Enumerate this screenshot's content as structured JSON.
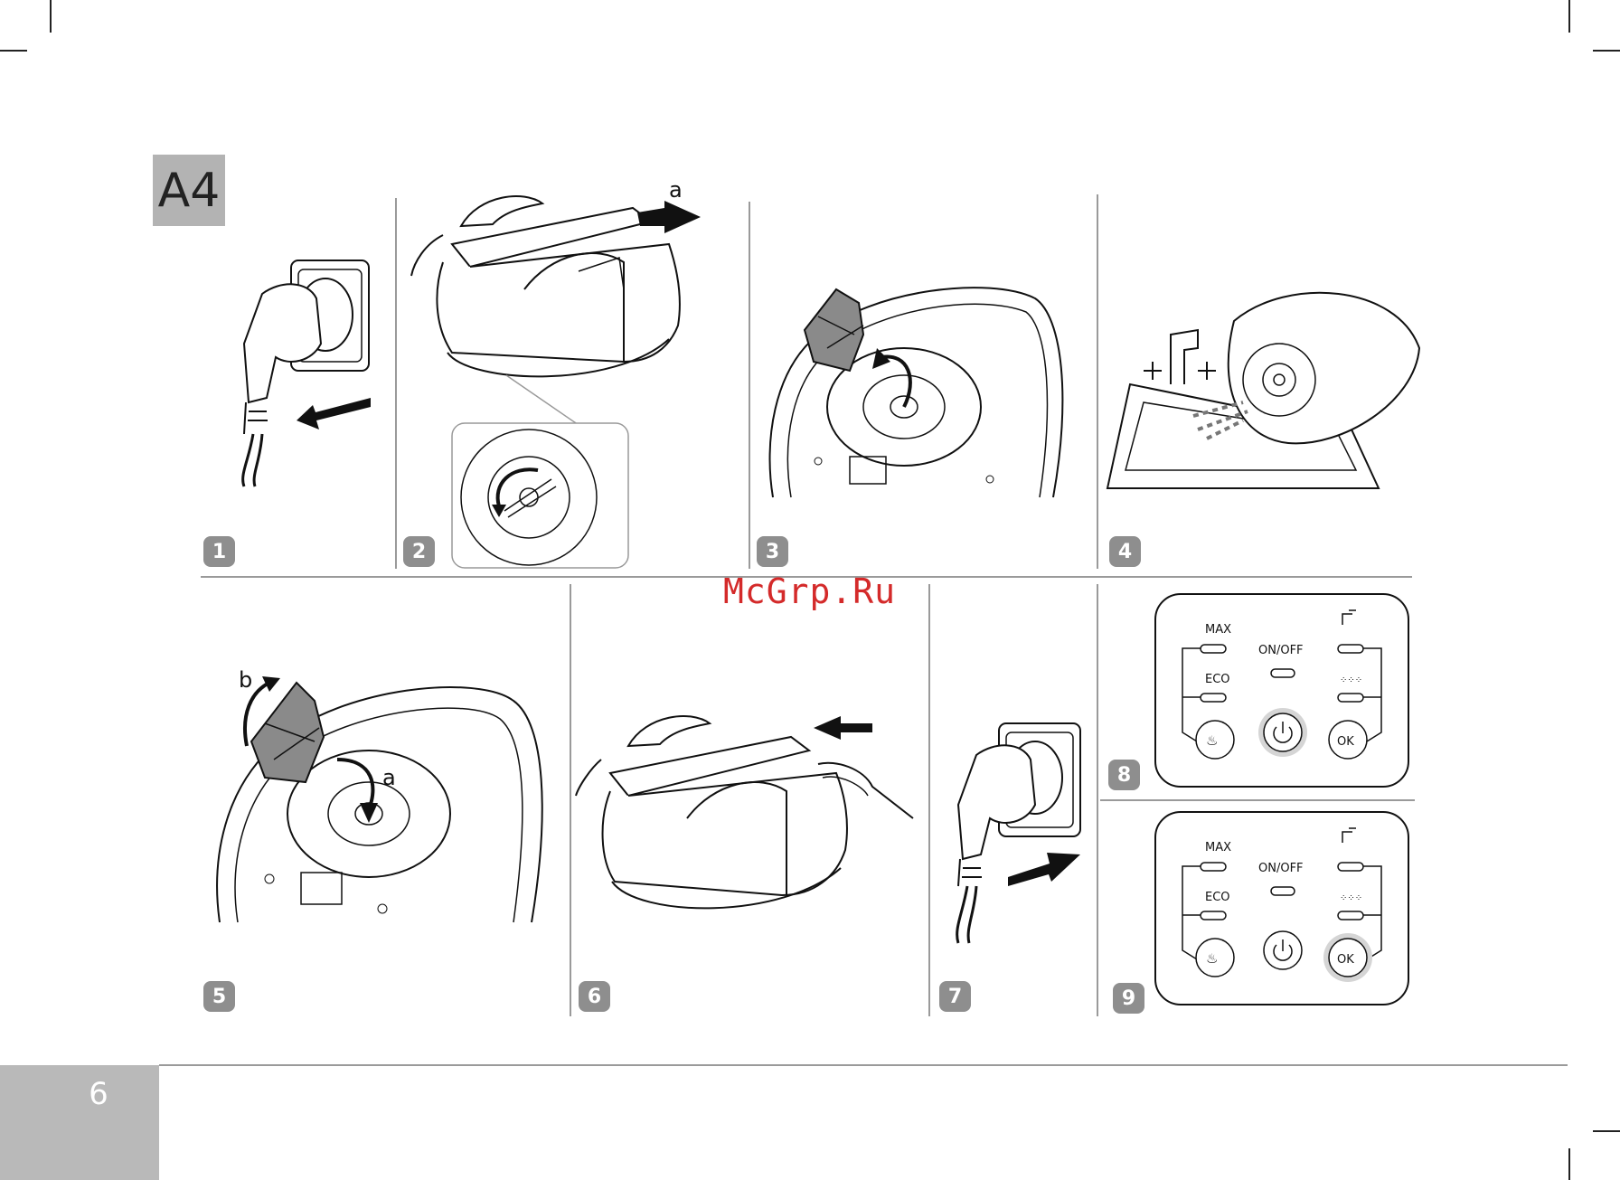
{
  "section": {
    "tag": "A4"
  },
  "steps": [
    {
      "number": "1"
    },
    {
      "number": "2",
      "callout": "a"
    },
    {
      "number": "3"
    },
    {
      "number": "4"
    },
    {
      "number": "5",
      "callout_b": "b",
      "callout_a": "a"
    },
    {
      "number": "6"
    },
    {
      "number": "7"
    },
    {
      "number": "8"
    },
    {
      "number": "9"
    }
  ],
  "control_panel": {
    "max": "MAX",
    "eco": "ECO",
    "onoff": "ON/OFF",
    "ok": "OK"
  },
  "watermark": "McGrp.Ru",
  "footer": {
    "page_number": "6"
  }
}
